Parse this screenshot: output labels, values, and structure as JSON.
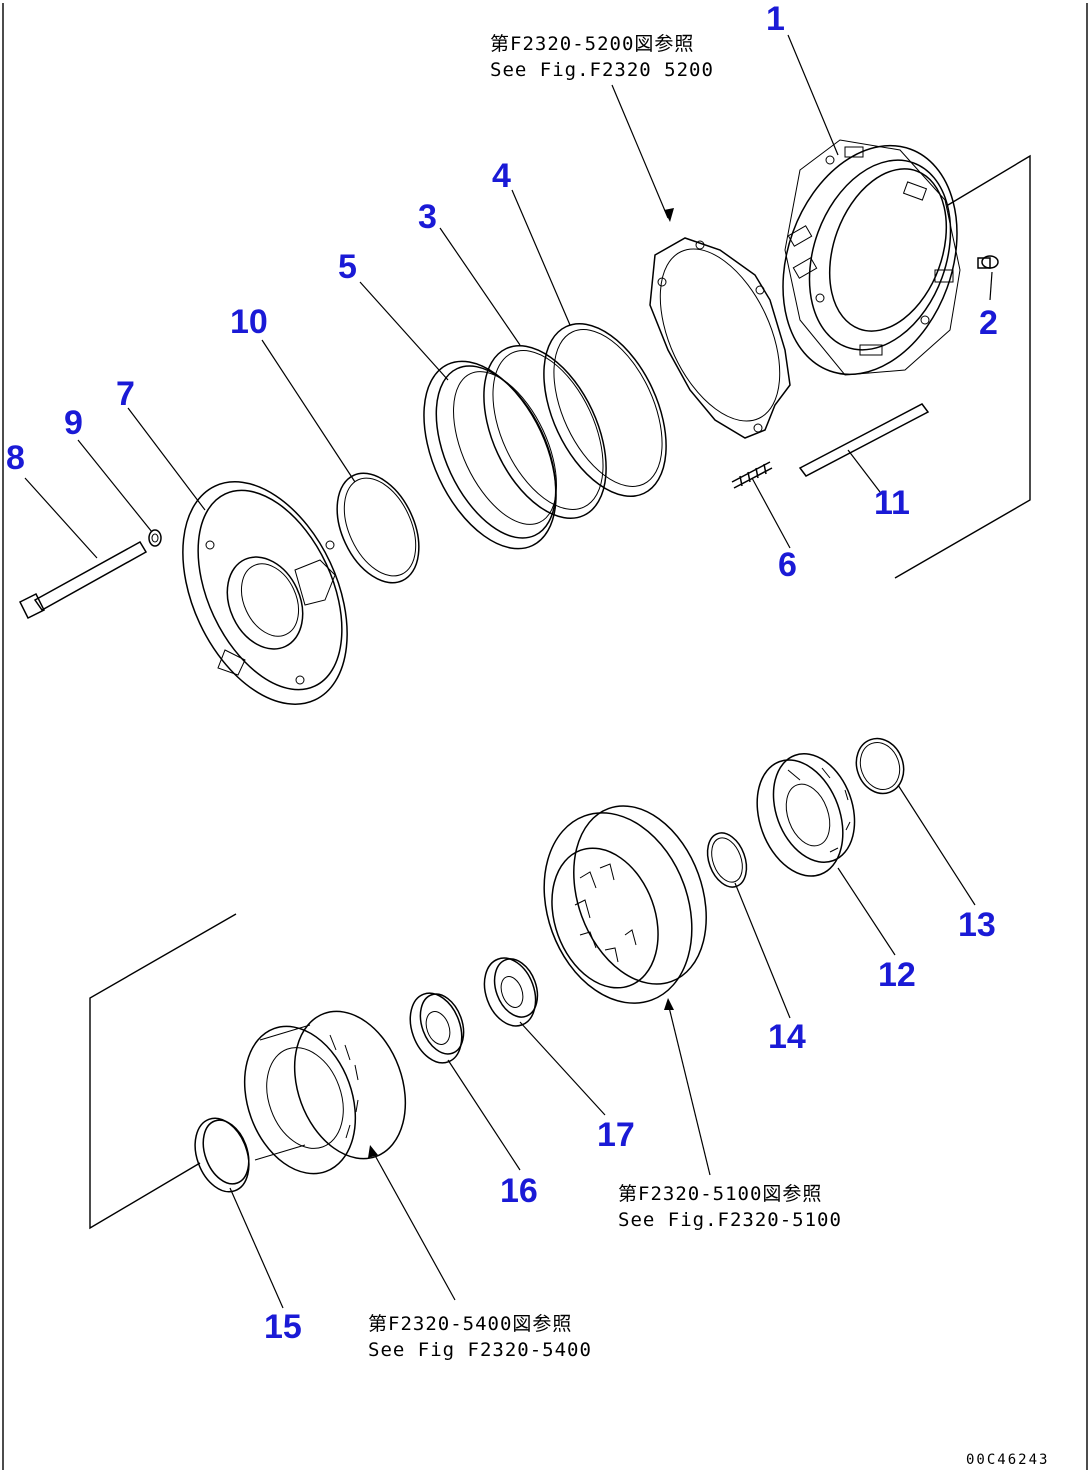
{
  "callouts": [
    {
      "id": "1",
      "label": "1"
    },
    {
      "id": "2",
      "label": "2"
    },
    {
      "id": "3",
      "label": "3"
    },
    {
      "id": "4",
      "label": "4"
    },
    {
      "id": "5",
      "label": "5"
    },
    {
      "id": "6",
      "label": "6"
    },
    {
      "id": "7",
      "label": "7"
    },
    {
      "id": "8",
      "label": "8"
    },
    {
      "id": "9",
      "label": "9"
    },
    {
      "id": "10",
      "label": "10"
    },
    {
      "id": "11",
      "label": "11"
    },
    {
      "id": "12",
      "label": "12"
    },
    {
      "id": "13",
      "label": "13"
    },
    {
      "id": "14",
      "label": "14"
    },
    {
      "id": "15",
      "label": "15"
    },
    {
      "id": "16",
      "label": "16"
    },
    {
      "id": "17",
      "label": "17"
    }
  ],
  "references": {
    "ref_5200": {
      "jp": "第F2320-5200図参照",
      "en": "See Fig.F2320 5200"
    },
    "ref_5100": {
      "jp": "第F2320-5100図参照",
      "en": "See Fig.F2320-5100"
    },
    "ref_5400": {
      "jp": "第F2320-5400図参照",
      "en": "See Fig F2320-5400"
    }
  },
  "figure_number": "00C46243"
}
